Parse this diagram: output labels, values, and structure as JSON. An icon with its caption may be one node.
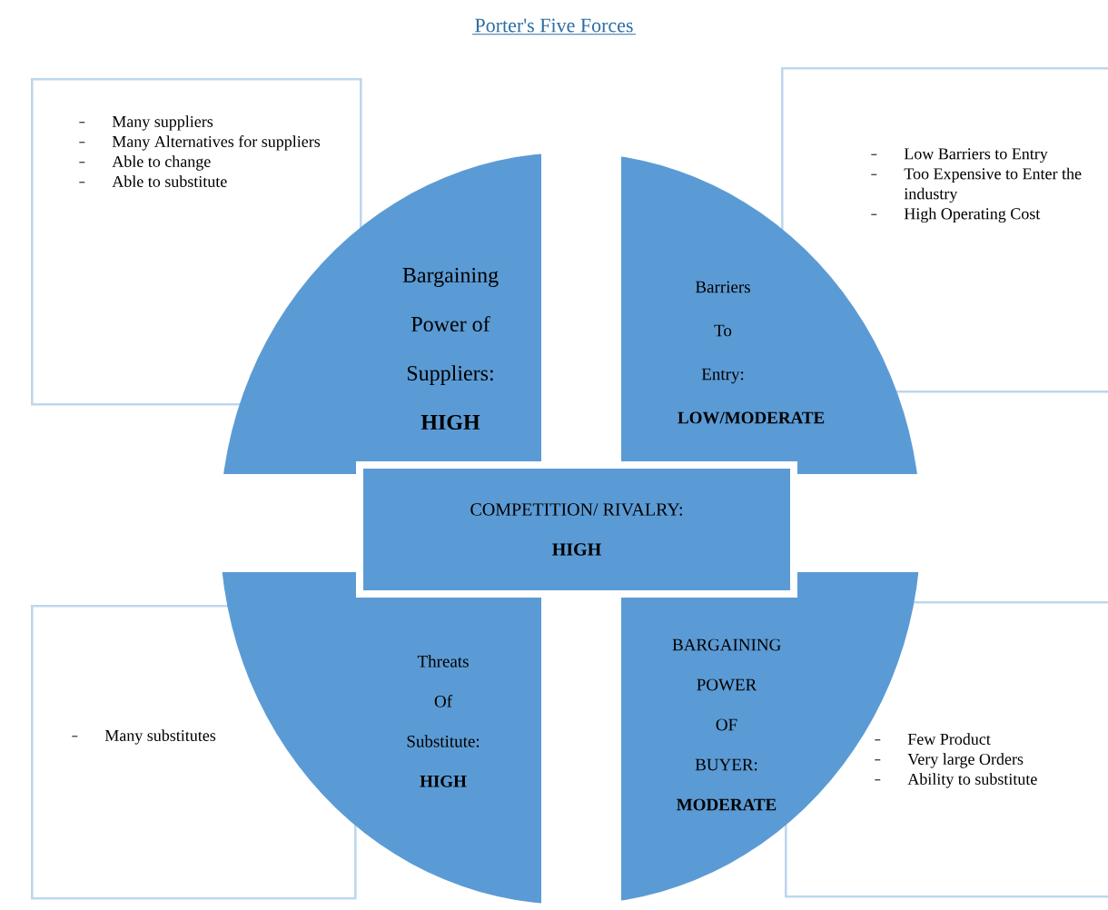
{
  "diagram": {
    "title": "Porter's Five Forces",
    "nodes": [
      {
        "text": [
          "Many suppliers",
          "Many Alternatives for suppliers",
          "Able to change",
          "Able to substitute"
        ]
      },
      {
        "text": [
          "Low Barriers to Entry",
          "Too Expensive to Enter the industry",
          "High Operating Cost"
        ]
      },
      {
        "text": [
          "Bargaining Power of Suppliers:",
          "HIGH"
        ]
      },
      {
        "text": [
          "Barriers To Entry:",
          "LOW/MODERATE"
        ]
      },
      {
        "text": [
          "COMPETITION/ RIVALRY:",
          "HIGH"
        ]
      },
      {
        "text": [
          "Many substitutes"
        ]
      },
      {
        "text": [
          "Threats Of Substitute:",
          "HIGH"
        ]
      },
      {
        "text": [
          "BARGAINING POWER OF BUYER:",
          "MODERATE"
        ]
      },
      {
        "text": [
          "Few Product",
          "Very large Orders",
          "Ability to substitute"
        ]
      }
    ]
  }
}
